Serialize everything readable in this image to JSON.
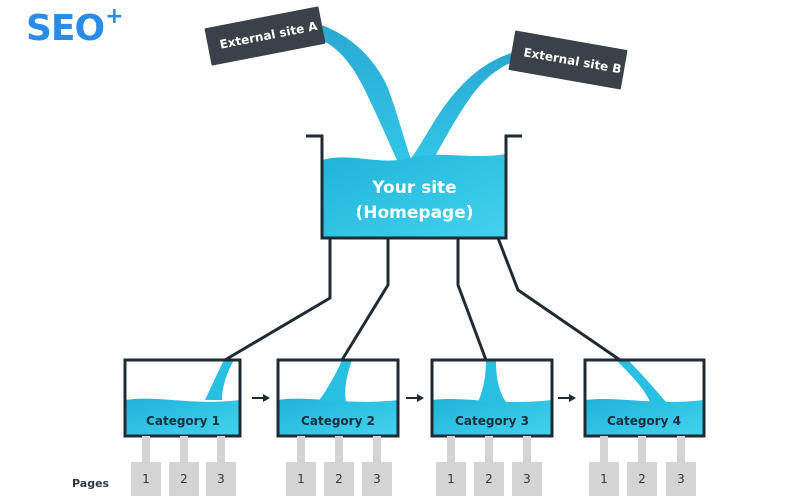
{
  "brand": {
    "name": "SEO",
    "suffix": "+"
  },
  "external_sites": [
    {
      "label": "External site A"
    },
    {
      "label": "External site B"
    }
  ],
  "homepage": {
    "line1": "Your site",
    "line2": "(Homepage)"
  },
  "categories": [
    {
      "label": "Category 1"
    },
    {
      "label": "Category 2"
    },
    {
      "label": "Category 3"
    },
    {
      "label": "Category 4"
    }
  ],
  "pages_label": "Pages",
  "page_numbers": [
    "1",
    "2",
    "3"
  ],
  "colors": {
    "water": "#29bfe0",
    "water_light": "#41d2ec",
    "outline": "#1f2b33",
    "tag_bg": "#3a4149",
    "page_box": "#d4d4d4",
    "brand": "#2b8ce6"
  }
}
